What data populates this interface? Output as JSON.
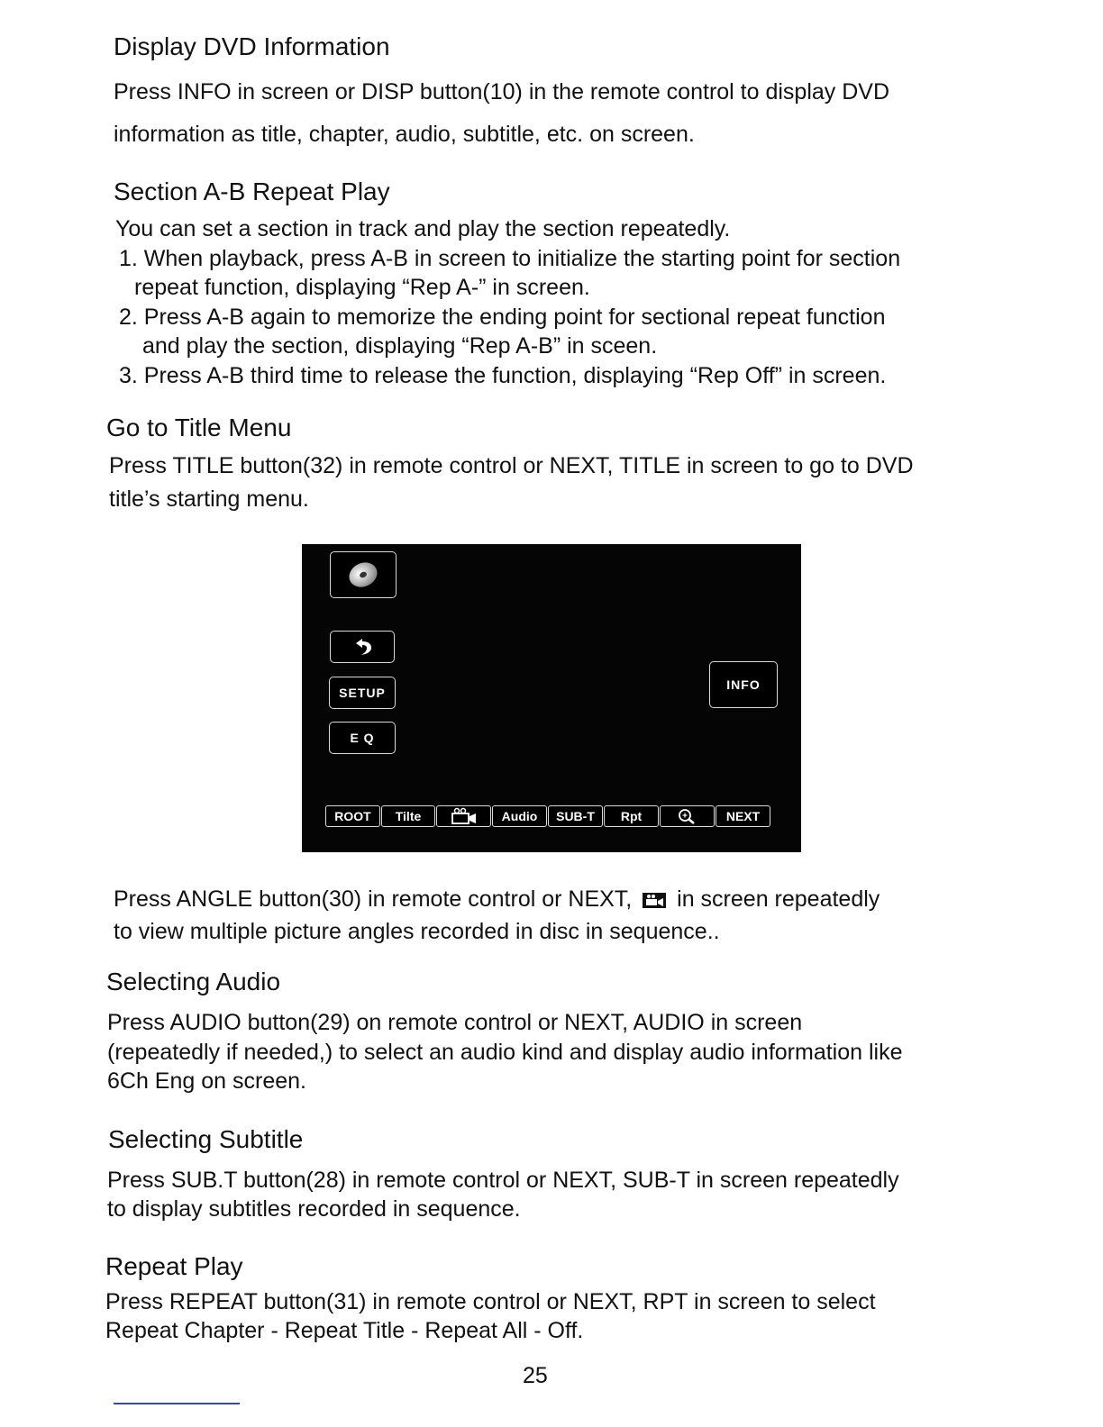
{
  "sections": {
    "display_info": {
      "heading": "Display DVD Information",
      "line1": "Press INFO in screen or DISP button(10) in the remote control to display DVD",
      "line2": "information as title, chapter, audio, subtitle, etc. on screen."
    },
    "ab_repeat": {
      "heading": "Section A-B Repeat Play",
      "intro": "You can set a section in track and play the section repeatedly.",
      "item1_line1": "1. When playback, press A-B in screen to initialize the starting point for section",
      "item1_line2": "repeat function, displaying “Rep A-” in screen.",
      "item2_line1": "2. Press A-B again to memorize the ending point for sectional repeat function",
      "item2_line2": "and play the section, displaying “Rep A-B” in sceen.",
      "item3": "3. Press A-B third time to release the function, displaying “Rep Off” in screen."
    },
    "title_menu": {
      "heading": "Go to Title Menu",
      "line1": "Press TITLE button(32) in remote control or NEXT, TITLE in screen to go to DVD",
      "line2": "title’s starting menu."
    },
    "angle": {
      "line1_before": "Press ANGLE button(30) in remote control or NEXT,",
      "line1_after": "in screen repeatedly",
      "line2": "to view multiple picture angles recorded in disc in sequence.."
    },
    "audio": {
      "heading": "Selecting Audio",
      "line1": "Press AUDIO button(29) on remote control or NEXT, AUDIO in screen",
      "line2": "(repeatedly if needed,) to select an audio kind and display audio information like",
      "line3": "6Ch Eng on screen."
    },
    "subtitle": {
      "heading": "Selecting Subtitle",
      "line1": "Press SUB.T button(28) in remote control or NEXT, SUB-T in screen repeatedly",
      "line2": "to display subtitles recorded in sequence."
    },
    "repeat": {
      "heading": "Repeat Play",
      "line1": "Press REPEAT button(31) in remote control or NEXT, RPT in screen to select",
      "line2": "Repeat Chapter - Repeat Title - Repeat All - Off."
    }
  },
  "screen": {
    "buttons": {
      "setup": "SETUP",
      "eq": "E Q",
      "info": "INFO"
    },
    "bottom_bar": {
      "root": "ROOT",
      "title": "Tilte",
      "audio": "Audio",
      "subt": "SUB-T",
      "rpt": "Rpt",
      "next": "NEXT"
    },
    "icons": [
      "disc-icon",
      "back-arrow-icon",
      "camera-icon",
      "zoom-icon"
    ]
  },
  "page_number": "25",
  "colors": {
    "screen_background": "#050505",
    "button_border": "#d9d9d9",
    "text": "#111111"
  }
}
